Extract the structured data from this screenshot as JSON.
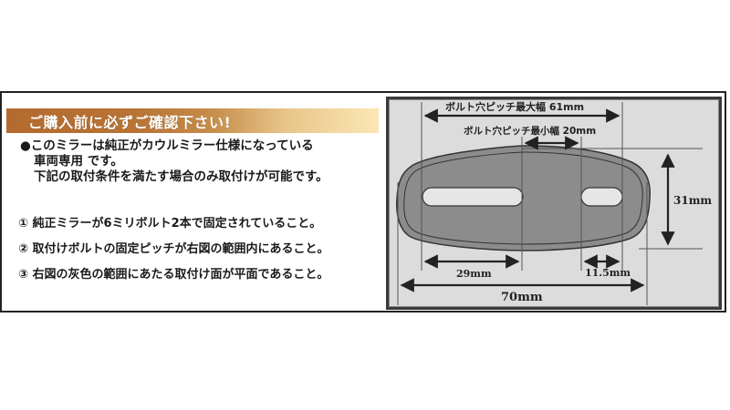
{
  "banner": {
    "title": "ご購入前に必ずご確認下さい!",
    "gradient_start": "#b46a2e",
    "gradient_end": "#fbe7b4"
  },
  "notice": {
    "line1": "●このミラーは純正がカウルミラー仕様になっている",
    "line2": "車両専用 です。",
    "line3": "下記の取付条件を満たす場合のみ取付けが可能です。"
  },
  "conditions": [
    "① 純正ミラーが6ミリボルト2本で固定されていること。",
    "② 取付けボルトの固定ピッチが右図の範囲内にあること。",
    "③ 右図の灰色の範囲にあたる取付け面が平面であること。"
  ],
  "diagram": {
    "max_pitch_label": "ボルト穴ピッチ最大幅 61mm",
    "min_pitch_label": "ボルト穴ピッチ最小幅 20mm",
    "height_label": "31mm",
    "left_slot_label": "29mm",
    "right_slot_label": "11.5mm",
    "width_label": "70mm",
    "panel_color": "#dcdcdc",
    "shape_color": "#8c8c8c"
  }
}
